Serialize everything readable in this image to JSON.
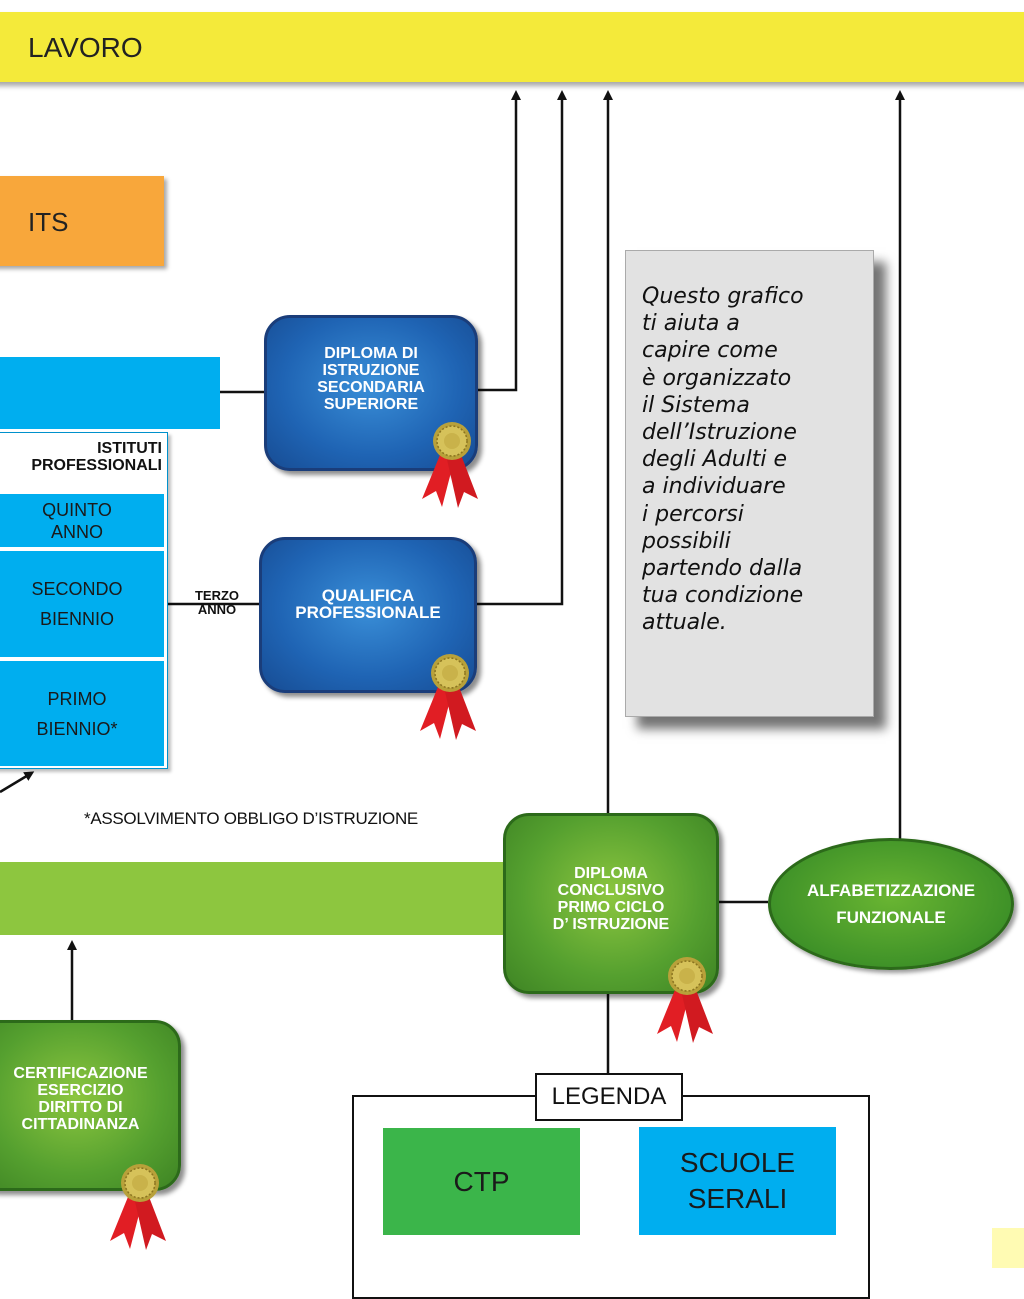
{
  "lavoro": "LAVORO",
  "its": "ITS",
  "istituti": {
    "title_line1": "ISTITUTI",
    "title_line2": "PROFESSIONALI",
    "quinto": "QUINTO\nANNO",
    "secondo": "SECONDO\nBIENNIO",
    "primo": "PRIMO\nBIENNIO*"
  },
  "diploma_secondaria": "DIPLOMA DI\nISTRUZIONE\nSECONDARIA\nSUPERIORE",
  "qualifica": "QUALIFICA\nPROFESSIONALE",
  "terzo_anno": "TERZO\nANNO",
  "assolvimento": "*ASSOLVIMENTO OBBLIGO D’ISTRUZIONE",
  "diploma_primo": "DIPLOMA\nCONCLUSIVO\nPRIMO CICLO\nD’ ISTRUZIONE",
  "alfabetizzazione": "ALFABETIZZAZIONE\nFUNZIONALE",
  "certificazione": "CERTIFICAZIONE\nESERCIZIO\nDIRITTO DI\nCITTADINANZA",
  "note": "Questo grafico\nti aiuta a\ncapire come\nè organizzato\nil Sistema\ndell’Istruzione\ndegli Adulti  e\na individuare\ni percorsi\npossibili\npartendo dalla\ntua condizione\nattuale.",
  "legenda": {
    "title": "LEGENDA",
    "ctp": "CTP",
    "serali": "SCUOLE\nSERALI"
  },
  "colors": {
    "lavoro": "#f4ea3a",
    "its": "#f8a73b",
    "serali_blue": "#00aeef",
    "ctp_green": "#3bb54a",
    "diploma_blue": "#1f64b4",
    "cycle_green": "#8dc63f"
  }
}
